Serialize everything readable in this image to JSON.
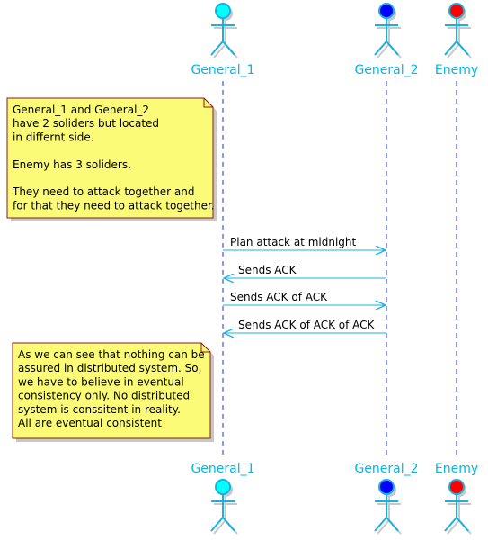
{
  "colors": {
    "actor_stroke": "#1ab0de",
    "actor_label": "#00b7e8",
    "lifeline": "#1f2fd6",
    "arrow": "#1ab0de",
    "note_fill": "#fbfb77",
    "note_border": "#8b1a1a",
    "shadow": "#c8c8c8"
  },
  "actors": [
    {
      "name": "General_1",
      "head_color": "#00ffff"
    },
    {
      "name": "General_2",
      "head_color": "#0000ff"
    },
    {
      "name": "Enemy",
      "head_color": "#ff0000"
    }
  ],
  "messages": [
    {
      "from": "General_1",
      "to": "General_2",
      "label": "Plan attack at midnight"
    },
    {
      "from": "General_2",
      "to": "General_1",
      "label": "Sends ACK"
    },
    {
      "from": "General_1",
      "to": "General_2",
      "label": "Sends ACK of ACK"
    },
    {
      "from": "General_2",
      "to": "General_1",
      "label": "Sends ACK of ACK of ACK"
    }
  ],
  "notes": [
    {
      "anchor": "General_1",
      "side": "left",
      "lines": [
        "General_1 and General_2",
        "have 2 soliders but located",
        "in differnt side.",
        "",
        "Enemy has 3 soliders.",
        "",
        "They need to attack together and",
        "for that they need to attack together."
      ]
    },
    {
      "anchor": "General_1",
      "side": "left",
      "lines": [
        "As we can see that nothing can be",
        "assured in distributed system. So,",
        "we have to believe in eventual",
        "consistency only. No distributed",
        "system is conssitent in reality.",
        "All are eventual consistent"
      ]
    }
  ]
}
